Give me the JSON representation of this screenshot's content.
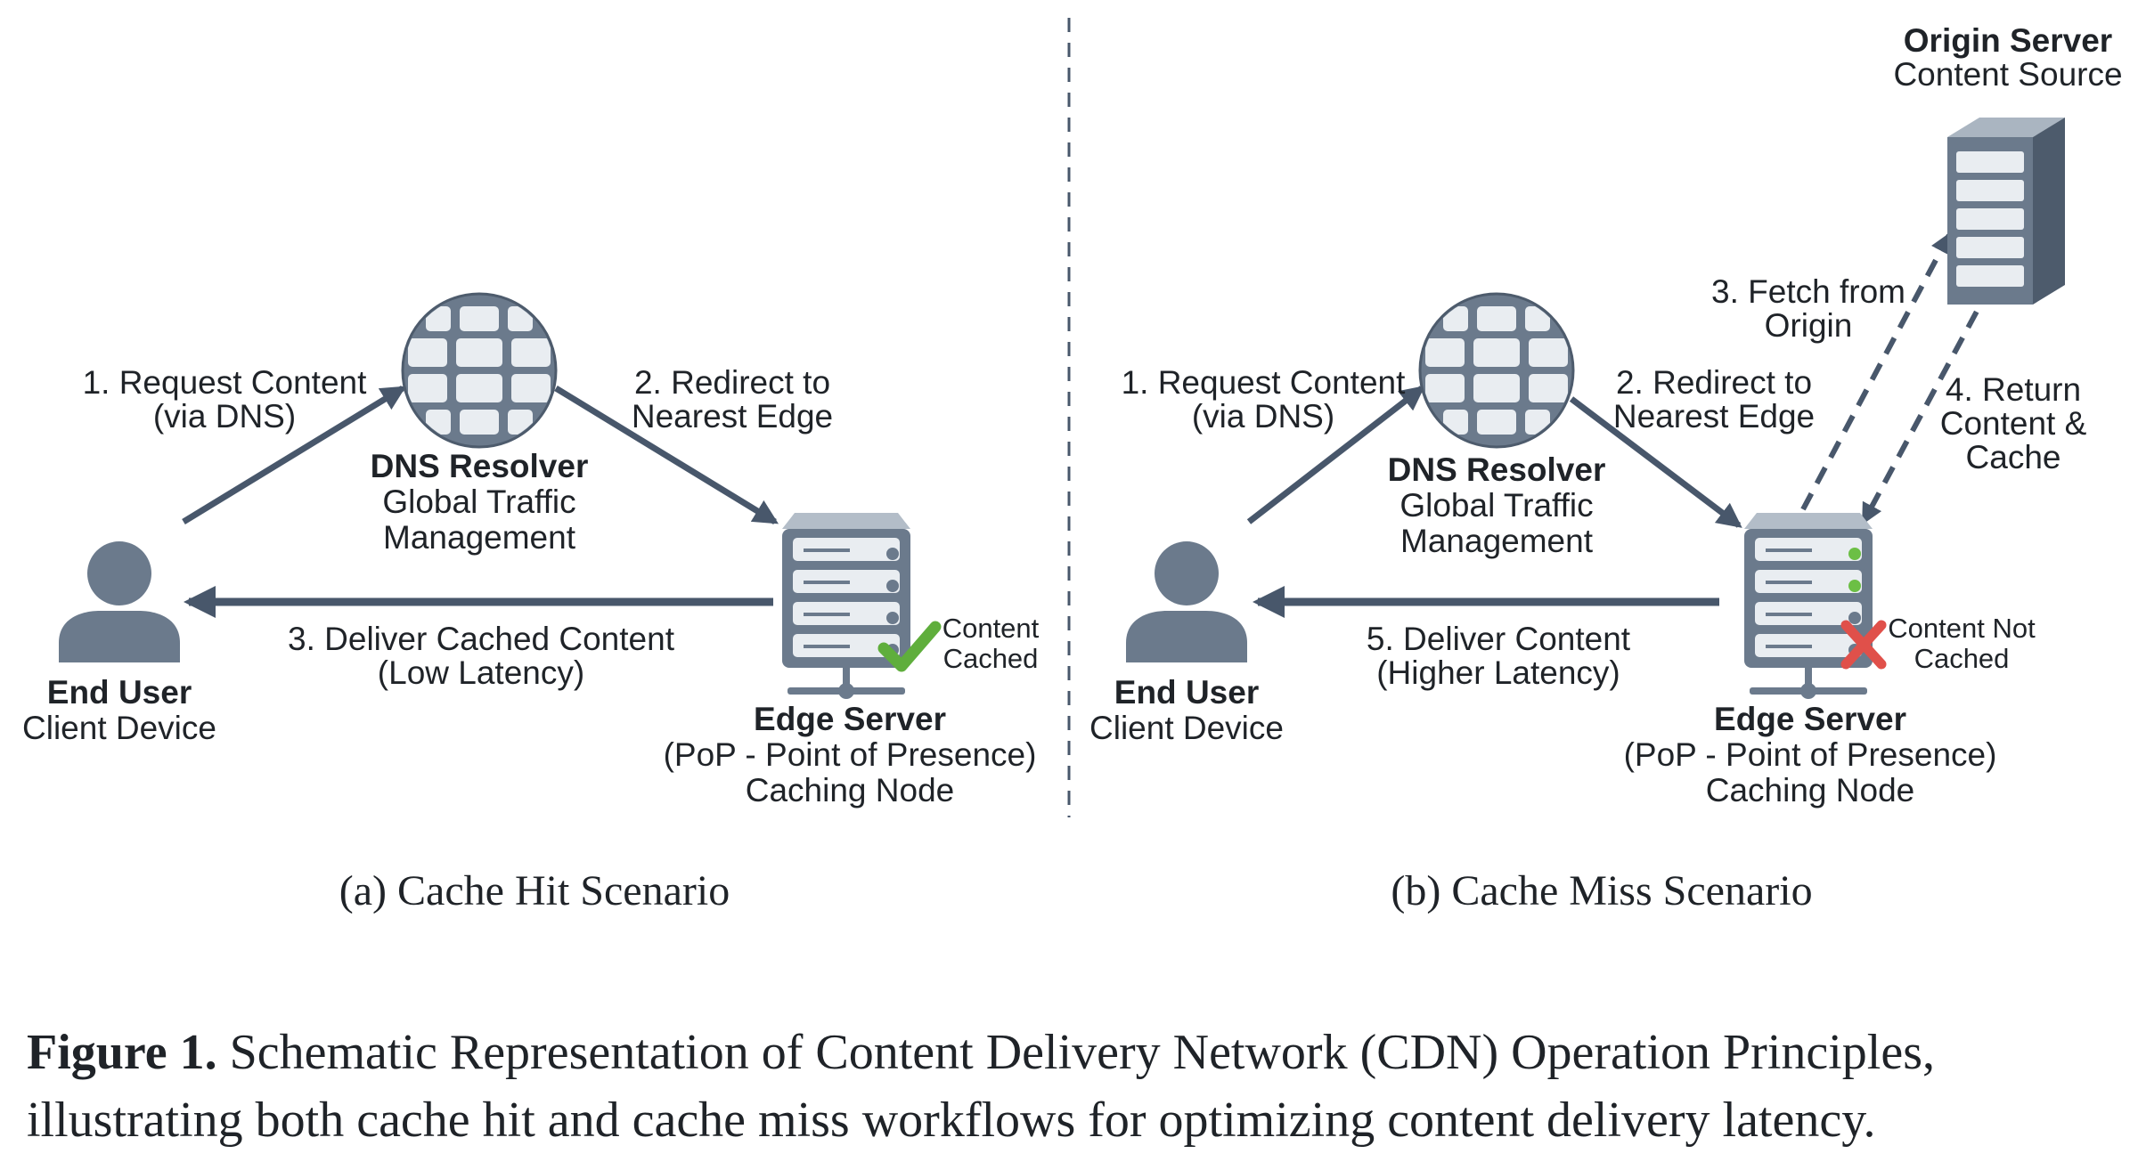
{
  "colors": {
    "node_fill": "#6b7a8c",
    "node_light": "#e9edf1",
    "arrow": "#48576b",
    "check": "#5fae3c",
    "cross": "#e0504a",
    "led": "#6cbf45",
    "text": "#1f2328"
  },
  "panel_a": {
    "end_user": {
      "title": "End User",
      "subtitle": "Client Device",
      "icon": "user-icon"
    },
    "dns": {
      "title": "DNS Resolver",
      "line1": "Global Traffic",
      "line2": "Management",
      "icon": "globe-icon"
    },
    "edge": {
      "title": "Edge Server",
      "line1": "(PoP - Point of Presence)",
      "line2": "Caching Node",
      "icon": "server-icon"
    },
    "status": {
      "line1": "Content",
      "line2": "Cached",
      "icon": "checkmark-icon"
    },
    "step1": {
      "line1": "1. Request Content",
      "line2": "(via DNS)"
    },
    "step2": {
      "line1": "2. Redirect to",
      "line2": "Nearest Edge"
    },
    "step3": {
      "line1": "3. Deliver Cached Content",
      "line2": "(Low Latency)"
    },
    "scenario": "(a) Cache Hit Scenario"
  },
  "panel_b": {
    "end_user": {
      "title": "End User",
      "subtitle": "Client Device",
      "icon": "user-icon"
    },
    "dns": {
      "title": "DNS Resolver",
      "line1": "Global Traffic",
      "line2": "Management",
      "icon": "globe-icon"
    },
    "edge": {
      "title": "Edge Server",
      "line1": "(PoP - Point of Presence)",
      "line2": "Caching Node",
      "icon": "server-icon"
    },
    "origin": {
      "title": "Origin Server",
      "subtitle": "Content Source",
      "icon": "server-rack-icon"
    },
    "status": {
      "line1": "Content Not",
      "line2": "Cached",
      "icon": "cross-icon"
    },
    "step1": {
      "line1": "1. Request Content",
      "line2": "(via DNS)"
    },
    "step2": {
      "line1": "2. Redirect to",
      "line2": "Nearest Edge"
    },
    "step3": {
      "line1": "3. Fetch from",
      "line2": "Origin"
    },
    "step4": {
      "line1": "4. Return",
      "line2": "Content &",
      "line3": "Cache"
    },
    "step5": {
      "line1": "5. Deliver Content",
      "line2": "(Higher Latency)"
    },
    "scenario": "(b) Cache Miss Scenario"
  },
  "caption": {
    "label": "Figure 1.",
    "line1": " Schematic Representation of Content Delivery Network (CDN) Operation Principles,",
    "line2": "illustrating both cache hit and cache miss workflows for optimizing content delivery latency."
  }
}
